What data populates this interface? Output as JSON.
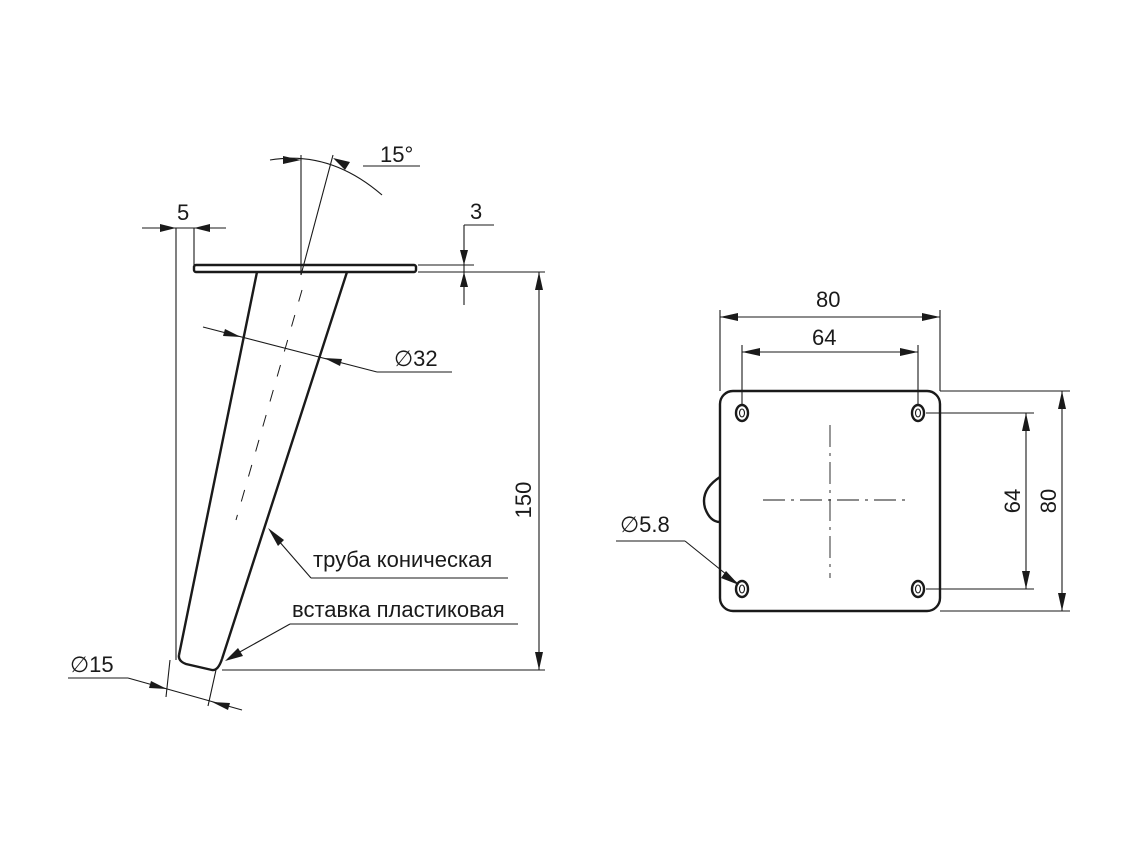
{
  "side_view": {
    "angle": "15°",
    "flange_offset": "5",
    "flange_thickness": "3",
    "top_diameter": "∅32",
    "height": "150",
    "bottom_diameter": "∅15",
    "label_tube": "труба коническая",
    "label_insert": "вставка пластиковая"
  },
  "plate_view": {
    "width_outer": "80",
    "width_holes": "64",
    "height_holes": "64",
    "height_outer": "80",
    "hole_diameter": "∅5.8"
  }
}
